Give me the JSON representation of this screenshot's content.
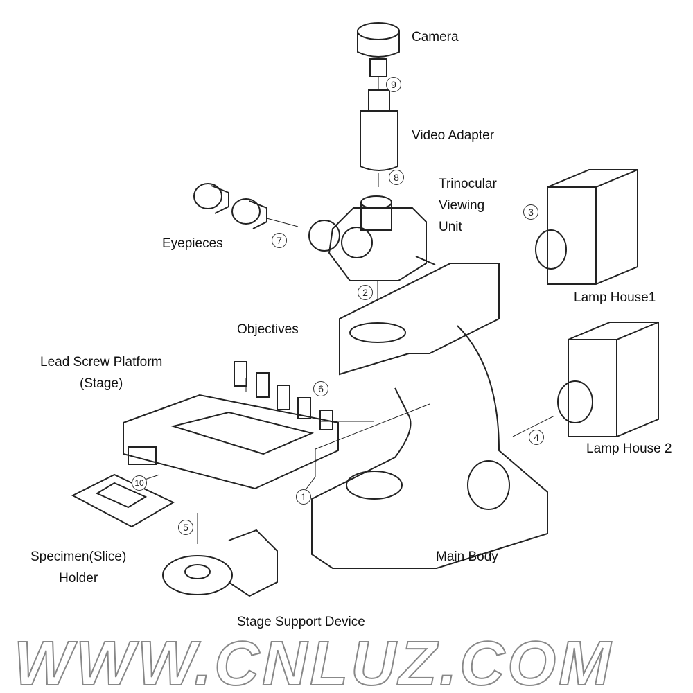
{
  "labels": {
    "camera": "Camera",
    "video_adapter": "Video Adapter",
    "trinocular": [
      "Trinocular",
      "Viewing",
      "Unit"
    ],
    "eyepieces": "Eyepieces",
    "lamp_house1": "Lamp House1",
    "lamp_house2": "Lamp House 2",
    "objectives": "Objectives",
    "lead_screw": [
      "Lead Screw Platform",
      "(Stage)"
    ],
    "specimen": [
      "Specimen(Slice)",
      "Holder"
    ],
    "main_body": "Main Body",
    "stage_support": "Stage Support Device"
  },
  "numbers": [
    "1",
    "2",
    "3",
    "4",
    "5",
    "6",
    "7",
    "8",
    "9",
    "10"
  ],
  "watermark": "WWW.CNLUZ.COM"
}
